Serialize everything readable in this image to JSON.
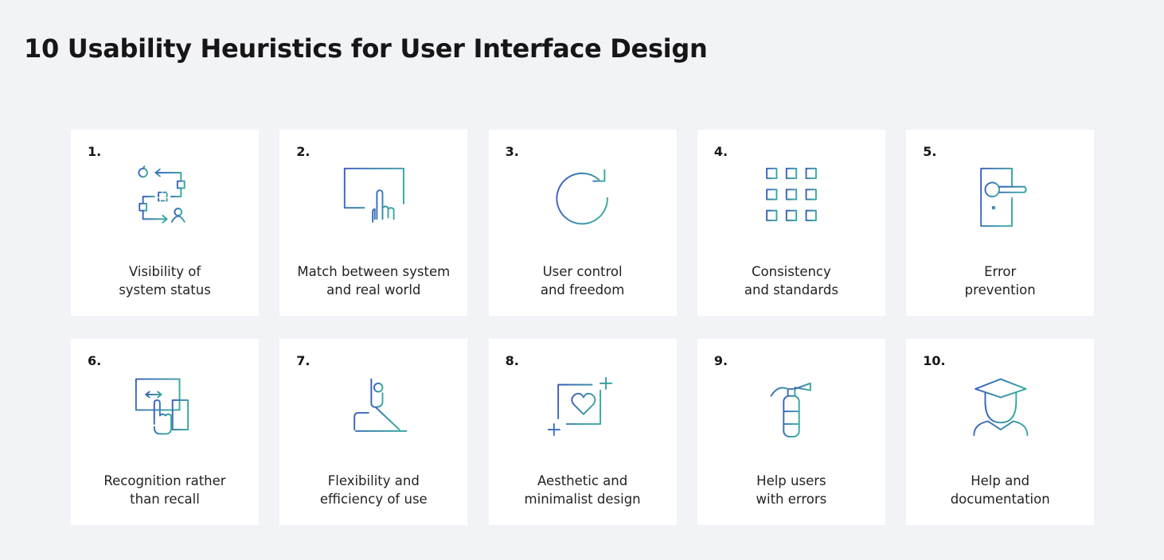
{
  "title": "10 Usability Heuristics for User Interface Design",
  "colors": {
    "gradient_start": "#3d5bbf",
    "gradient_end": "#3aa8a0",
    "background": "#f2f3f7"
  },
  "heuristics": [
    {
      "number": "1.",
      "line1": "Visibility of",
      "line2": "system status",
      "icon": "flow-status-icon"
    },
    {
      "number": "2.",
      "line1": "Match between system",
      "line2": "and real world",
      "icon": "touch-screen-icon"
    },
    {
      "number": "3.",
      "line1": "User control",
      "line2": "and freedom",
      "icon": "refresh-arrow-icon"
    },
    {
      "number": "4.",
      "line1": "Consistency",
      "line2": "and standards",
      "icon": "grid-network-icon"
    },
    {
      "number": "5.",
      "line1": "Error",
      "line2": "prevention",
      "icon": "door-handle-icon"
    },
    {
      "number": "6.",
      "line1": "Recognition rather",
      "line2": "than recall",
      "icon": "screens-touch-icon"
    },
    {
      "number": "7.",
      "line1": "Flexibility and",
      "line2": "efficiency of use",
      "icon": "stretching-person-icon"
    },
    {
      "number": "8.",
      "line1": "Aesthetic and",
      "line2": "minimalist design",
      "icon": "heart-frame-icon"
    },
    {
      "number": "9.",
      "line1": "Help users",
      "line2": "with errors",
      "icon": "fire-extinguisher-icon"
    },
    {
      "number": "10.",
      "line1": "Help and",
      "line2": "documentation",
      "icon": "graduate-icon"
    }
  ]
}
